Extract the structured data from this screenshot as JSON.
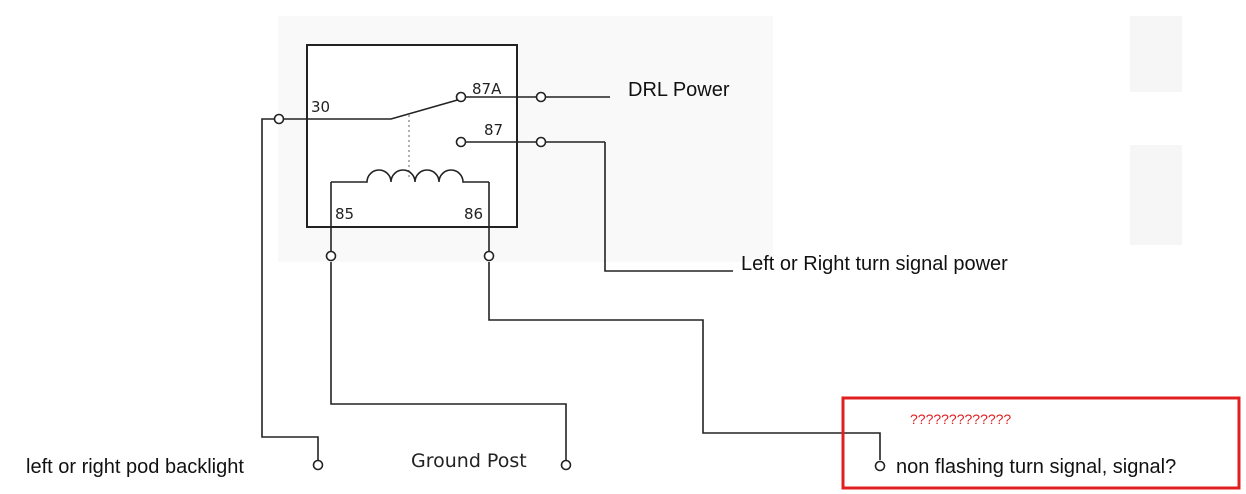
{
  "relay": {
    "pins": {
      "p30": "30",
      "p87a": "87A",
      "p87": "87",
      "p85": "85",
      "p86": "86"
    }
  },
  "labels": {
    "drl_power": "DRL Power",
    "turn_signal_power": "Left or Right turn signal power",
    "pod_backlight": "left or right pod backlight",
    "ground_post": "Ground Post",
    "non_flashing": "non flashing turn signal, signal?",
    "question_marks": "?????????????"
  },
  "colors": {
    "wire": "#222222",
    "highlight": "#e02020",
    "question": "#e02020"
  }
}
